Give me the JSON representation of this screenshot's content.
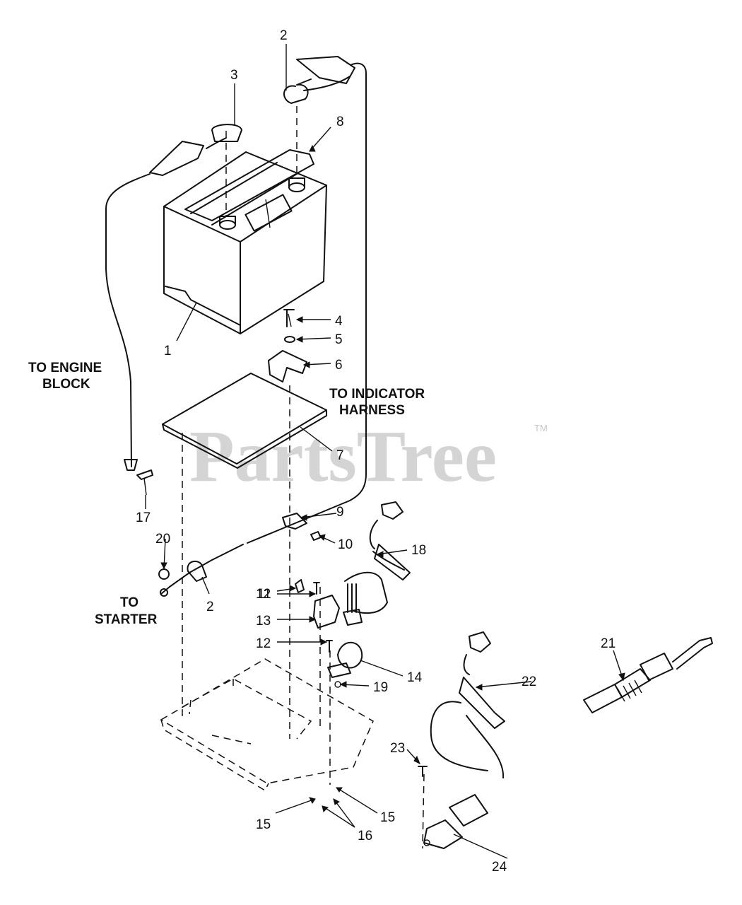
{
  "watermark": {
    "text": "PartsTree",
    "trademark": "TM"
  },
  "notes": {
    "engine_block": [
      "TO ENGINE",
      "BLOCK"
    ],
    "indicator_harness": [
      "TO INDICATOR",
      "HARNESS"
    ],
    "starter": [
      "TO",
      "STARTER"
    ]
  },
  "callouts": {
    "c1": "1",
    "c2a": "2",
    "c2b": "2",
    "c3": "3",
    "c4": "4",
    "c5": "5",
    "c6": "6",
    "c7": "7",
    "c8": "8",
    "c9": "9",
    "c10": "10",
    "c11": "11",
    "c12a": "12",
    "c12b": "12",
    "c13": "13",
    "c14": "14",
    "c15a": "15",
    "c15b": "15",
    "c16": "16",
    "c17": "17",
    "c18": "18",
    "c19": "19",
    "c20": "20",
    "c21": "21",
    "c22": "22",
    "c23": "23",
    "c24": "24"
  }
}
